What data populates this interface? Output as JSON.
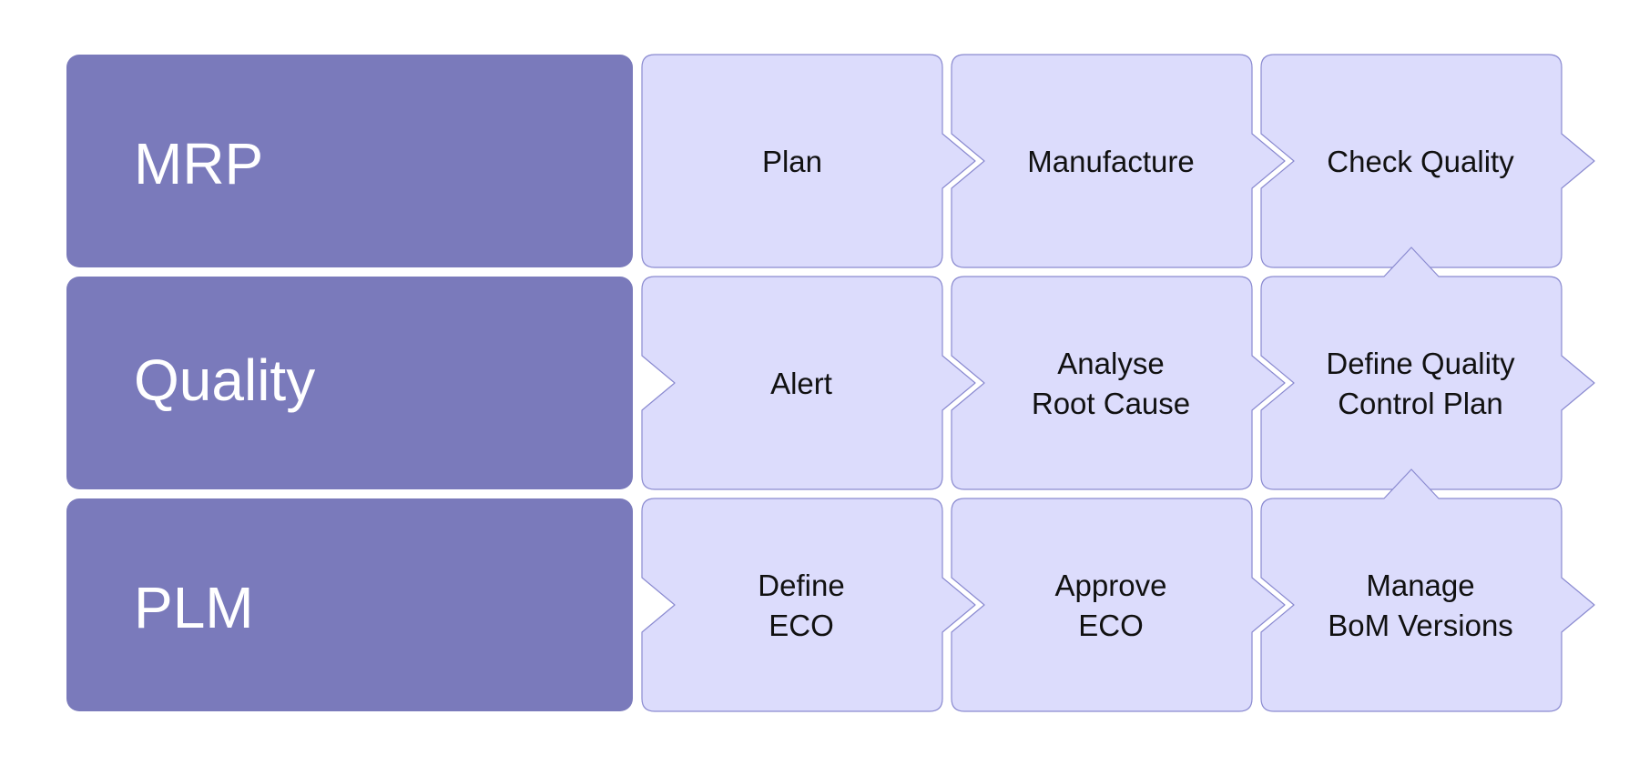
{
  "colors": {
    "head": "#7a7abb",
    "tile": "#dcdcfc",
    "tile_border": "#8a8ad0",
    "label_text": "#111111",
    "head_text": "#ffffff"
  },
  "rows": [
    {
      "title": "MRP",
      "steps": [
        {
          "lines": [
            "Plan"
          ]
        },
        {
          "lines": [
            "Manufacture"
          ]
        },
        {
          "lines": [
            "Check Quality"
          ]
        }
      ]
    },
    {
      "title": "Quality",
      "steps": [
        {
          "lines": [
            "Alert"
          ]
        },
        {
          "lines": [
            "Analyse",
            "Root Cause"
          ]
        },
        {
          "lines": [
            "Define Quality",
            "Control Plan"
          ]
        }
      ]
    },
    {
      "title": "PLM",
      "steps": [
        {
          "lines": [
            "Define",
            "ECO"
          ]
        },
        {
          "lines": [
            "Approve",
            "ECO"
          ]
        },
        {
          "lines": [
            "Manage",
            "BoM Versions"
          ]
        }
      ]
    }
  ]
}
